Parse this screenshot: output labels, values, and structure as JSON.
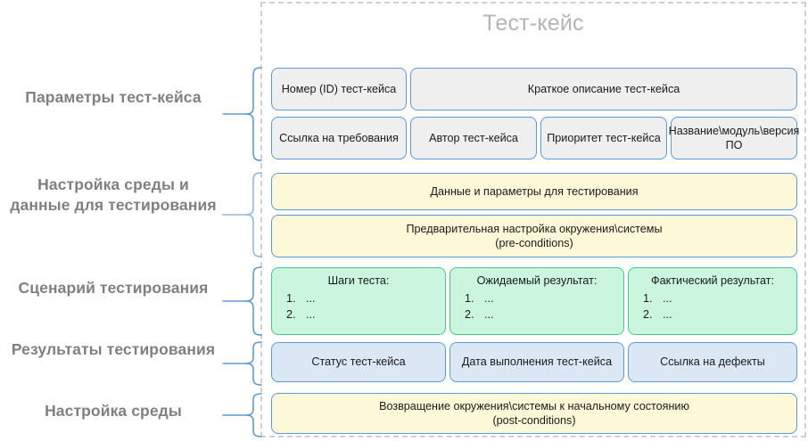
{
  "frame": {
    "title": "Тест-кейс"
  },
  "sections": [
    {
      "label": "Параметры тест-кейса"
    },
    {
      "label": "Настройка среды и данные для тестирования"
    },
    {
      "label": "Сценарий тестирования"
    },
    {
      "label": "Результаты тестирования"
    },
    {
      "label": "Настройка среды"
    }
  ],
  "boxes": {
    "id": "Номер (ID) тест-кейса",
    "short_description": "Краткое описание тест-кейса",
    "requirements_link": "Ссылка на требования",
    "author": "Автор тест-кейса",
    "priority": "Приоритет тест-кейса",
    "module_version": "Название\\модуль\\версия ПО",
    "test_data": "Данные и параметры для тестирования",
    "preconditions": "Предварительная настройка окружения\\системы\n(pre-conditions)",
    "preconditions_line1": "Предварительная настройка окружения\\системы",
    "preconditions_line2": "(pre-conditions)",
    "steps_head": "Шаги теста:",
    "expected_head": "Ожидаемый результат:",
    "actual_head": "Фактический результат:",
    "ellipsis": "...",
    "status": "Статус тест-кейса",
    "execution_date": "Дата выполнения тест-кейса",
    "defects_link": "Ссылка на дефекты",
    "postconditions_line1": "Возвращение окружения\\системы к начальному состоянию",
    "postconditions_line2": "(post-conditions)"
  },
  "colors": {
    "frame_border": "#cfcfcf",
    "title_text": "#b4b4b4",
    "label_text": "#808080",
    "brace": "#5b9bd5",
    "gray_fill": "#efefef",
    "yellow_fill": "#fcf8d8",
    "green_fill": "#ccf5de",
    "blue_fill": "#dbe7f4",
    "box_border": "#5b9bd5"
  }
}
